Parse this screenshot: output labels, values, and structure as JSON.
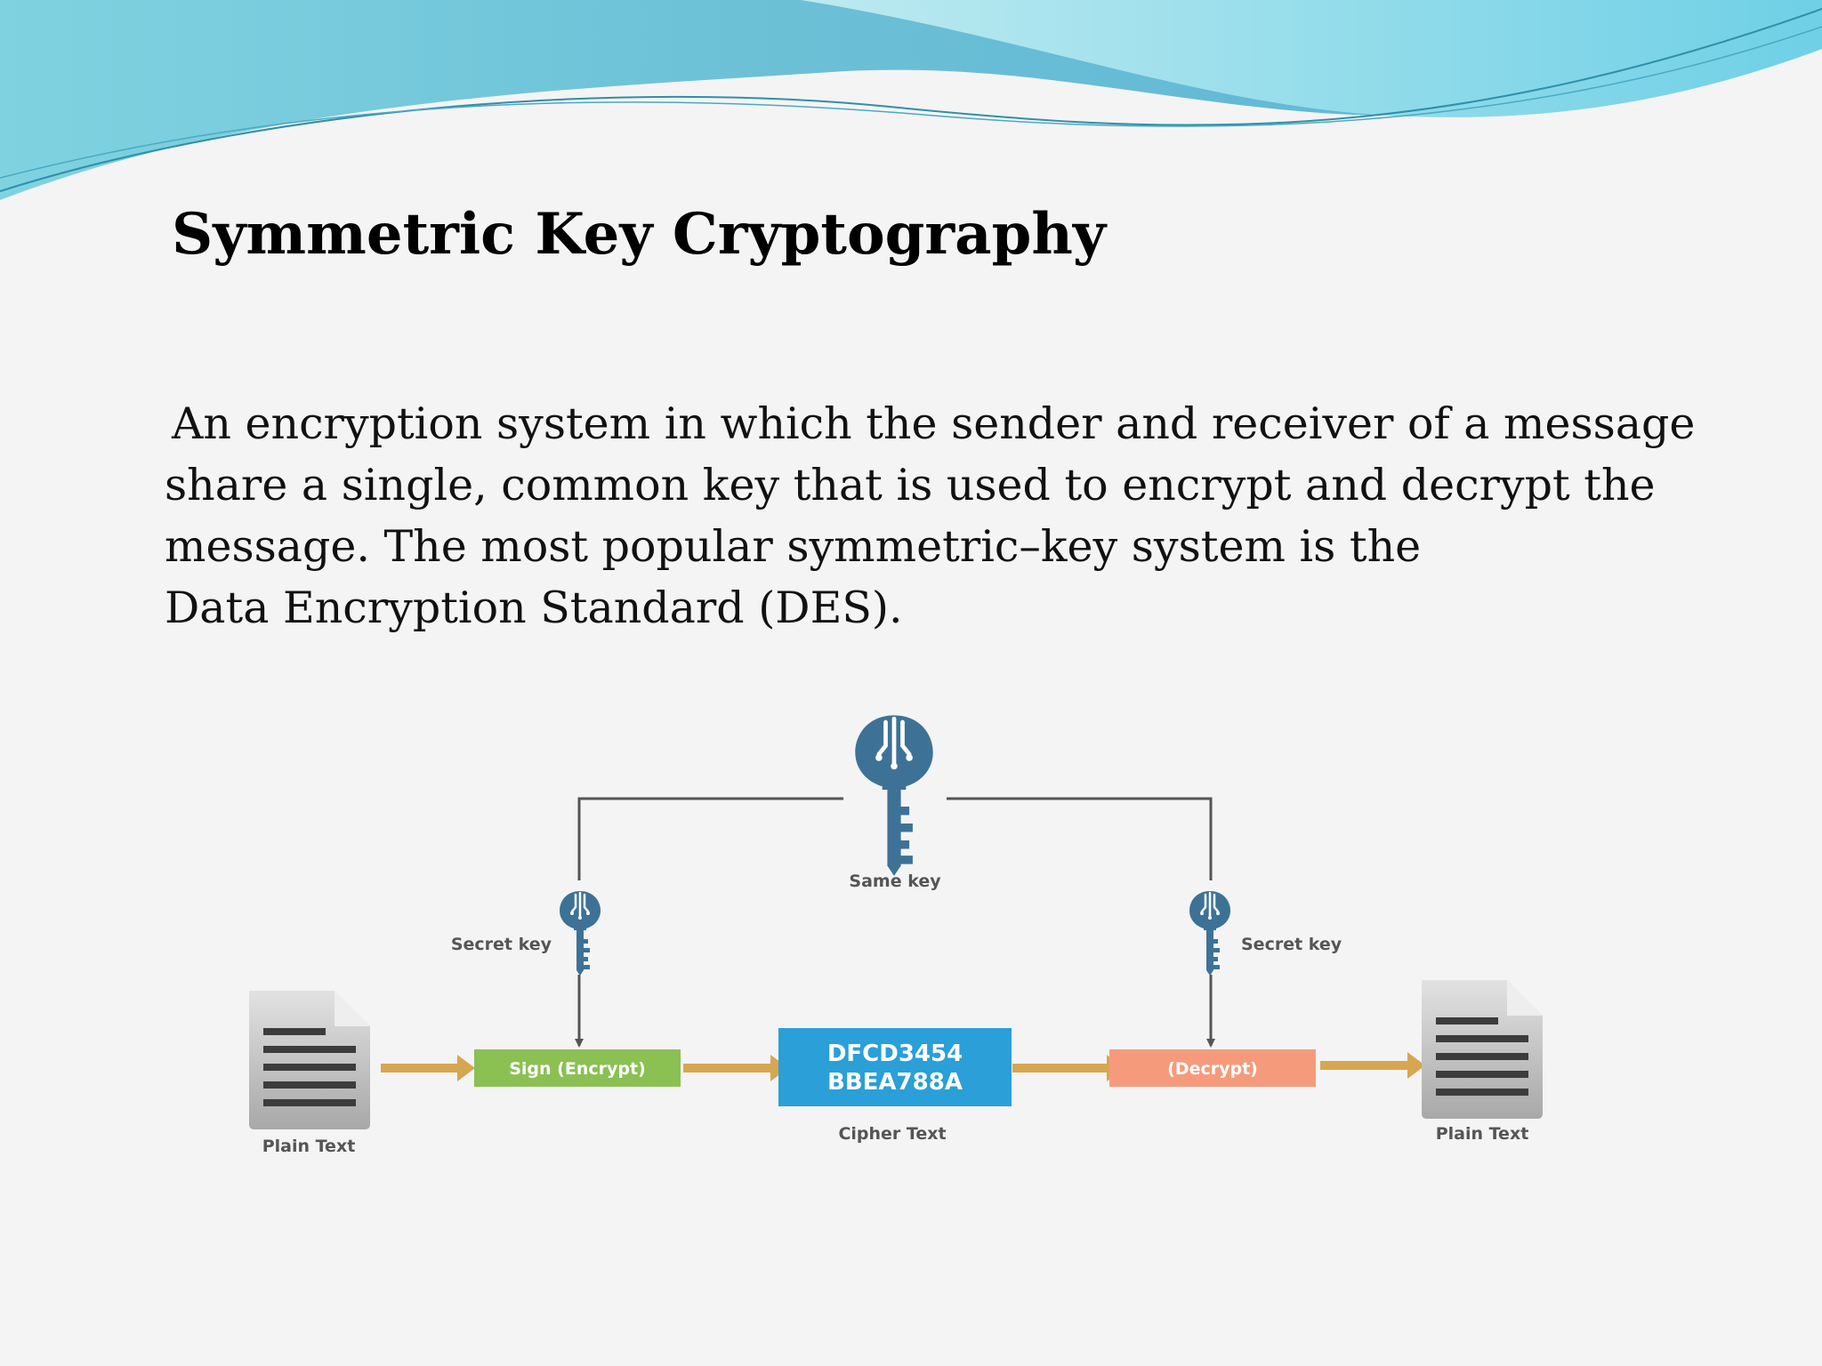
{
  "slide": {
    "title": "Symmetric Key Cryptography",
    "body_lines": [
      "An encryption system in which the sender and receiver of a message",
      "share a single, common key that is used to encrypt and decrypt the",
      "message. The most popular symmetric–key system is the",
      "Data Encryption Standard (DES)."
    ]
  },
  "diagram": {
    "same_key_label": "Same key",
    "secret_key_left_label": "Secret key",
    "secret_key_right_label": "Secret key",
    "plain_text_left_label": "Plain Text",
    "encrypt_box_label": "Sign (Encrypt)",
    "cipher_lines": [
      "DFCD3454",
      "BBEA788A"
    ],
    "cipher_text_label": "Cipher Text",
    "decrypt_box_label": "(Decrypt)",
    "plain_text_right_label": "Plain Text"
  },
  "colors": {
    "key": "#3d7296",
    "encrypt_box": "#8bc053",
    "cipher_box": "#2a9fd8",
    "decrypt_box": "#f59b7b",
    "arrow": "#d7a650",
    "connector": "#555555"
  }
}
